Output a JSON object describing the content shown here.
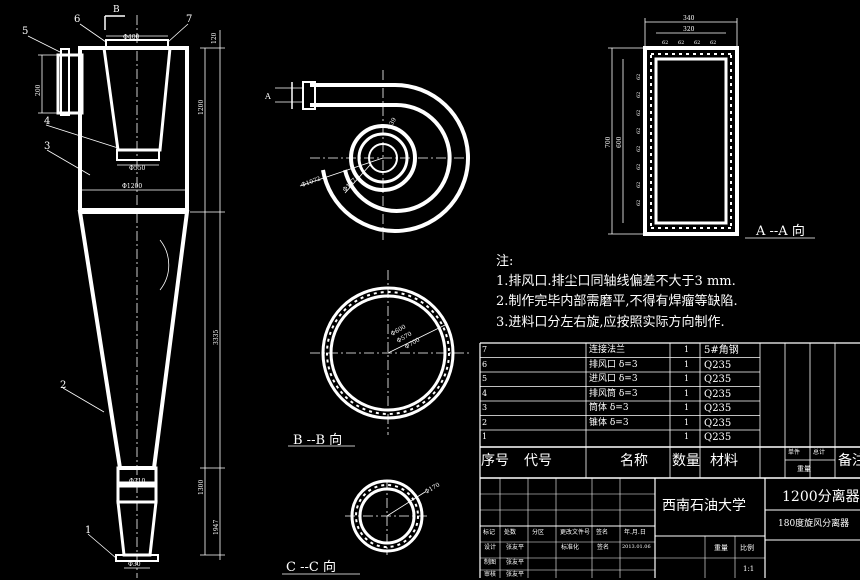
{
  "notes": {
    "title": "注:",
    "items": [
      "1.排风口.排尘口同轴线偏差不大于3 mm.",
      "2.制作完毕内部需磨平,不得有焊瘤等缺陷.",
      "3.进料口分左右旋,应按照实际方向制作."
    ]
  },
  "views": {
    "aa": "A --A 向",
    "bb": "B --B 向",
    "cc": "C --C 向",
    "b_marker": "B",
    "a_marker": "A"
  },
  "front_view": {
    "balloons": [
      "5",
      "6",
      "7",
      "4",
      "3",
      "2",
      "1"
    ],
    "dims": {
      "top_dia": "Φ400",
      "inner_pipe_dia": "Φ550",
      "body_dia": "Φ1200",
      "cone_bottom_dia": "Φ310",
      "outlet_dia": "Φ30",
      "h_top": "120",
      "h_inlet": "200",
      "h_body": "1200",
      "h_cone": "3335",
      "h_lower": "1300",
      "h_bottom": "1947"
    }
  },
  "top_view_dims": [
    "Φ1072",
    "Φ107",
    "Φ39"
  ],
  "bb_dims": [
    "Φ600",
    "Φ570",
    "Φ700"
  ],
  "cc_dims": [
    "Φ170"
  ],
  "aa_dims": {
    "width_outer": "340",
    "width_inner": "320",
    "height_outer": "700",
    "height_inner": "600",
    "pitch_top": [
      "62",
      "62",
      "62",
      "62"
    ],
    "pitch_side": [
      "62",
      "62",
      "62",
      "62",
      "62",
      "62",
      "62",
      "62"
    ]
  },
  "bom": {
    "rows": [
      {
        "no": "7",
        "name": "连接法兰",
        "qty": "1",
        "material": "5#角钢"
      },
      {
        "no": "6",
        "name": "排风口 δ=3",
        "qty": "1",
        "material": "Q235"
      },
      {
        "no": "5",
        "name": "进风口 δ=3",
        "qty": "1",
        "material": "Q235"
      },
      {
        "no": "4",
        "name": "排风筒 δ=3",
        "qty": "1",
        "material": "Q235"
      },
      {
        "no": "3",
        "name": "筒体 δ=3",
        "qty": "1",
        "material": "Q235"
      },
      {
        "no": "2",
        "name": "锥体 δ=3",
        "qty": "1",
        "material": "Q235"
      },
      {
        "no": "1",
        "name": "",
        "qty": "1",
        "material": "Q235"
      }
    ],
    "header": {
      "no": "序号",
      "code": "代号",
      "name": "名称",
      "qty": "数量",
      "material": "材料",
      "unit": "单件",
      "total": "总计",
      "weight": "重量",
      "remark": "备注"
    }
  },
  "title_block": {
    "school": "西南石油大学",
    "product": "1200分离器",
    "drawing": "180度旋风分离器",
    "row_labels": [
      "标记",
      "处数",
      "分区",
      "更改文件号",
      "签名",
      "年.月.日"
    ],
    "roles": [
      "设计",
      "制图",
      "审核"
    ],
    "names": [
      "张友平",
      "张友平",
      "张友平"
    ],
    "dates": [
      "2013.01.06"
    ],
    "std": "标准化",
    "sign": "签名",
    "weight_lbl": "重量",
    "scale_lbl": "比例",
    "scale": "1:1"
  }
}
